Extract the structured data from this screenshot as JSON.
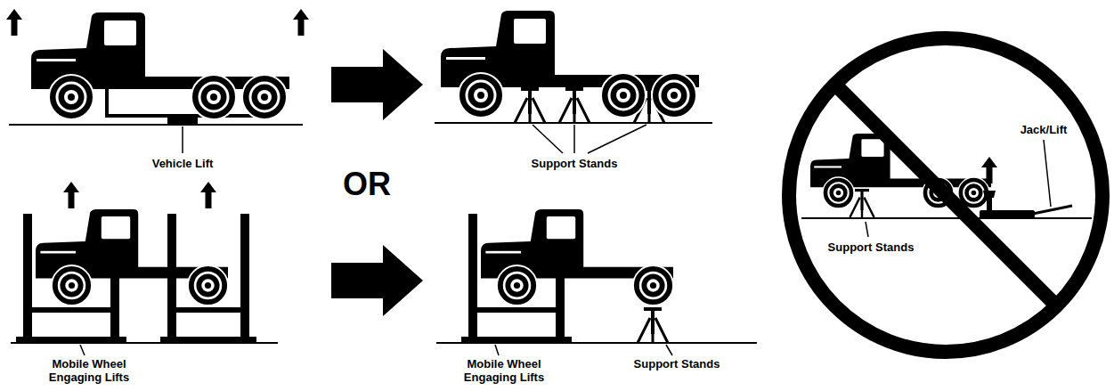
{
  "diagram": {
    "labels": [
      "Vehicle Lift",
      "Support Stands",
      "OR",
      "Mobile Wheel Engaging Lifts",
      "Mobile Wheel Engaging Lifts",
      "Support Stands",
      "Jack/Lift",
      "Support Stands"
    ]
  }
}
